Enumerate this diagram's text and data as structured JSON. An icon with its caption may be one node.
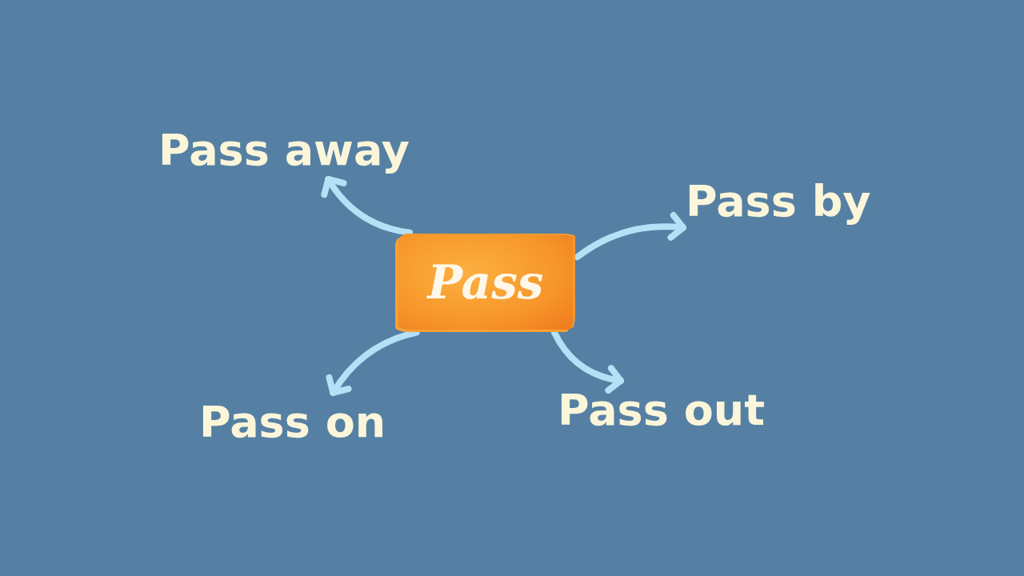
{
  "diagram": {
    "nodes": [
      {
        "text": [
          "Pass"
        ]
      },
      {
        "text": [
          "Pass away"
        ]
      },
      {
        "text": [
          "Pass by"
        ]
      },
      {
        "text": [
          "Pass on"
        ]
      },
      {
        "text": [
          "Pass out"
        ]
      }
    ],
    "edges": [
      {
        "from": 0,
        "to": 1,
        "arrow": "to"
      },
      {
        "from": 0,
        "to": 2,
        "arrow": "to"
      },
      {
        "from": 0,
        "to": 3,
        "arrow": "to"
      },
      {
        "from": 0,
        "to": 4,
        "arrow": "to"
      }
    ]
  }
}
